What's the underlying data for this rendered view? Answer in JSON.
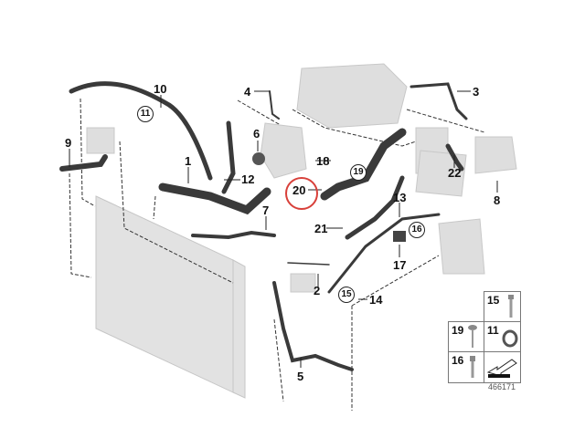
{
  "diagram": {
    "title_ref": "466171",
    "highlighted_part": "20",
    "callouts": [
      "1",
      "2",
      "3",
      "4",
      "5",
      "6",
      "7",
      "8",
      "9",
      "10",
      "12",
      "13",
      "14",
      "17",
      "18",
      "20",
      "21",
      "22"
    ],
    "circled_callouts": [
      "11",
      "19",
      "16",
      "15"
    ],
    "legend": [
      {
        "num": "15",
        "part": "bolt"
      },
      {
        "num": "19",
        "part": "screw"
      },
      {
        "num": "11",
        "part": "clamp"
      },
      {
        "num": "16",
        "part": "bolt"
      }
    ],
    "colors": {
      "hose": "#3a3a3a",
      "component": "#d9d9d9",
      "highlight": "#d8403a",
      "line": "#333333"
    }
  }
}
